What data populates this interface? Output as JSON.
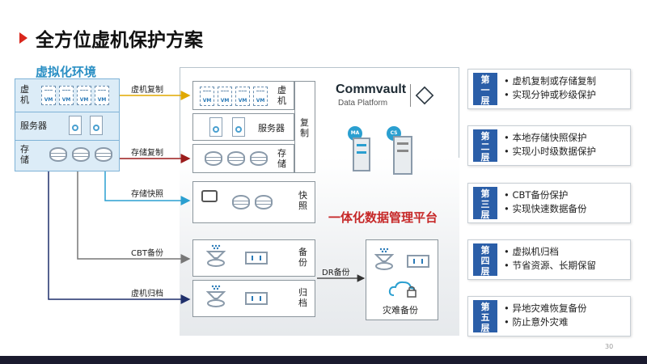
{
  "slide": {
    "title": "全方位虚机保护方案",
    "page_number": "30"
  },
  "env": {
    "title": "虚拟化环境",
    "rows": [
      {
        "label": "虚\n机"
      },
      {
        "label": "服务器"
      },
      {
        "label": "存\n储"
      }
    ],
    "vm_label": "VM"
  },
  "platform": {
    "logo": "Commvault",
    "logo_sub": "Data Platform",
    "title": "一体化数据管理平台",
    "ma_label": "MA",
    "cs_label": "CS",
    "replicate_group": "复\n制",
    "inner": {
      "vm": "虚\n机",
      "server": "服务器",
      "storage": "存\n储",
      "snapshot": "快\n照",
      "backup": "备\n份",
      "archive": "归\n档",
      "dr": "灾难备份"
    }
  },
  "arrows": {
    "vm_replicate": "虚机复制",
    "storage_replicate": "存储复制",
    "storage_snapshot": "存储快照",
    "cbt_backup": "CBT备份",
    "vm_archive": "虚机归档",
    "dr_backup": "DR备份"
  },
  "layers": [
    {
      "tag": "第\n一\n层",
      "lines": [
        "• 虚机复制或存储复制",
        "• 实现分钟或秒级保护"
      ]
    },
    {
      "tag": "第\n二\n层",
      "lines": [
        "• 本地存储快照保护",
        "• 实现小时级数据保护"
      ]
    },
    {
      "tag": "第\n三\n层",
      "lines": [
        "• CBT备份保护",
        "• 实现快速数据备份"
      ]
    },
    {
      "tag": "第\n四\n层",
      "lines": [
        "• 虚拟机归档",
        "• 节省资源、长期保留"
      ]
    },
    {
      "tag": "第\n五\n层",
      "lines": [
        "• 异地灾难恢复备份",
        "• 防止意外灾难"
      ]
    }
  ],
  "colors": {
    "accent_red": "#d9261c",
    "env_blue": "#2a8fc4",
    "layer_blue": "#2a5ea8",
    "arrow_yellow": "#e0a800",
    "arrow_darkred": "#9b1c1c",
    "arrow_teal": "#2a9fd0",
    "arrow_gray": "#777777",
    "arrow_navy": "#1f2f6b"
  }
}
